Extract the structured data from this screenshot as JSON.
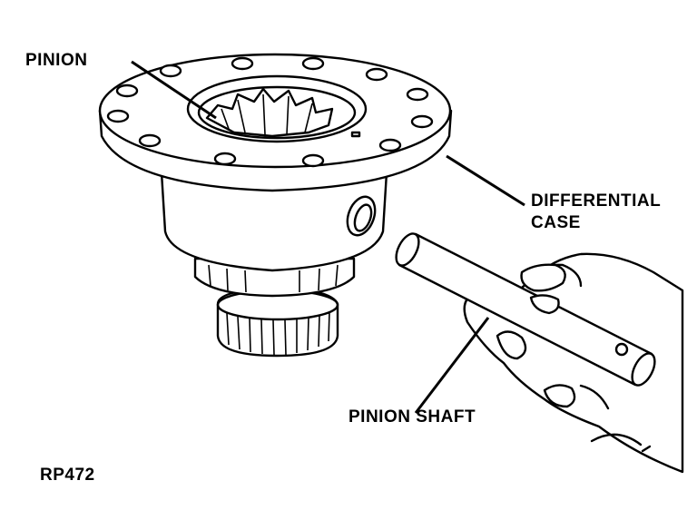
{
  "labels": {
    "pinion": "PINION",
    "differential_case_line1": "DIFFERENTIAL",
    "differential_case_line2": "CASE",
    "pinion_shaft": "PINION SHAFT",
    "figure_code": "RP472"
  },
  "colors": {
    "ink": "#000000",
    "paper": "#ffffff"
  }
}
